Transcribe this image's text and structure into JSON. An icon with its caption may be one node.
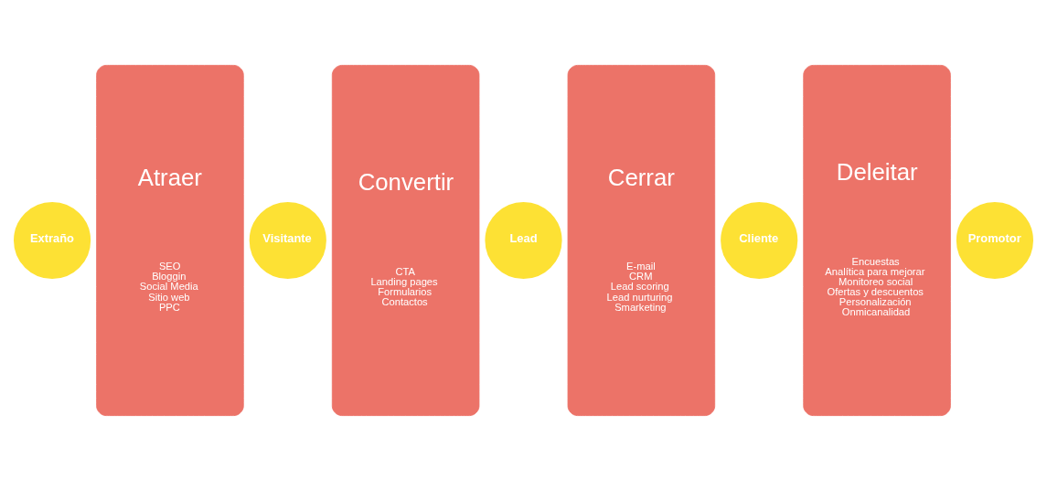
{
  "diagram": {
    "nodes": [
      {
        "text": [
          "Extraño"
        ]
      },
      {
        "text": [
          "Atraer",
          "SEO",
          "Bloggin",
          "Social Media",
          "Sitio web",
          "PPC"
        ]
      },
      {
        "text": [
          "Visitante"
        ]
      },
      {
        "text": [
          "Convertir",
          "CTA",
          "Landing pages",
          "Formularios",
          "Contactos"
        ]
      },
      {
        "text": [
          "Lead"
        ]
      },
      {
        "text": [
          "Cerrar",
          "E-mail",
          "CRM",
          "Lead scoring",
          "Lead nurturing",
          "Smarketing"
        ]
      },
      {
        "text": [
          "Cliente"
        ]
      },
      {
        "text": [
          "Deleitar",
          "Encuestas",
          "Analítica para mejorar",
          "Monitoreo social",
          "Ofertas y descuentos",
          "Personalización",
          "Onmicanalidad"
        ]
      },
      {
        "text": [
          "Promotor"
        ]
      }
    ],
    "edges": []
  }
}
